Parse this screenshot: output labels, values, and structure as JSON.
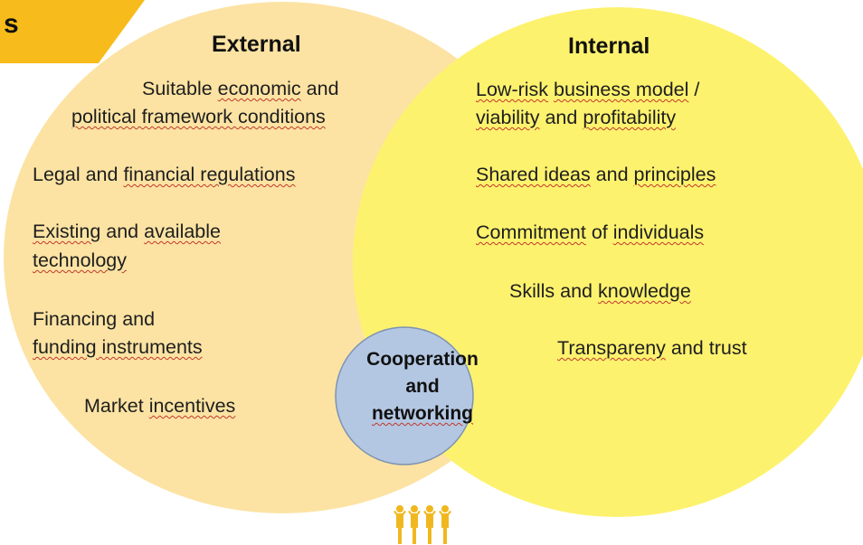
{
  "banner": {
    "text": "s"
  },
  "external": {
    "title": "External",
    "items": [
      {
        "lines": [
          [
            {
              "t": "Suitable "
            },
            {
              "t": "economic",
              "u": true
            },
            {
              "t": " and"
            }
          ],
          [
            {
              "t": "political framework conditions",
              "u": true
            }
          ]
        ]
      },
      {
        "lines": [
          [
            {
              "t": "Legal and "
            },
            {
              "t": "financial regulations",
              "u": true
            }
          ]
        ]
      },
      {
        "lines": [
          [
            {
              "t": "Existing",
              "u": true
            },
            {
              "t": " and "
            },
            {
              "t": "available",
              "u": true
            }
          ],
          [
            {
              "t": "technology",
              "u": true
            }
          ]
        ]
      },
      {
        "lines": [
          [
            {
              "t": "Financing and"
            }
          ],
          [
            {
              "t": "funding instruments",
              "u": true
            }
          ]
        ]
      },
      {
        "lines": [
          [
            {
              "t": "Market "
            },
            {
              "t": "incentives",
              "u": true
            }
          ]
        ]
      }
    ]
  },
  "internal": {
    "title": "Internal",
    "items": [
      {
        "lines": [
          [
            {
              "t": "Low-risk",
              "u": true
            },
            {
              "t": " "
            },
            {
              "t": "business model",
              "u": true
            },
            {
              "t": " /"
            }
          ],
          [
            {
              "t": "viability",
              "u": true
            },
            {
              "t": " and "
            },
            {
              "t": "profitability",
              "u": true
            }
          ]
        ]
      },
      {
        "lines": [
          [
            {
              "t": "Shared ideas",
              "u": true
            },
            {
              "t": " and "
            },
            {
              "t": "principles",
              "u": true
            }
          ]
        ]
      },
      {
        "lines": [
          [
            {
              "t": "Commitment",
              "u": true
            },
            {
              "t": " of "
            },
            {
              "t": "individuals",
              "u": true
            }
          ]
        ]
      },
      {
        "lines": [
          [
            {
              "t": "Skills and "
            },
            {
              "t": "knowledge",
              "u": true
            }
          ]
        ]
      },
      {
        "lines": [
          [
            {
              "t": "Transpareny",
              "u": true
            },
            {
              "t": " and trust"
            }
          ]
        ]
      }
    ]
  },
  "center": {
    "lines": [
      "Cooperation",
      "and",
      "networking"
    ]
  },
  "colors": {
    "external_fill": "#fce3a3",
    "internal_fill": "#fdf26e",
    "center_fill": "#b4c7e2",
    "center_stroke": "#7d93b3",
    "banner": "#f7bc1b",
    "people_icon": "#f0b81e"
  },
  "icons": {
    "people": "people-group-icon"
  }
}
